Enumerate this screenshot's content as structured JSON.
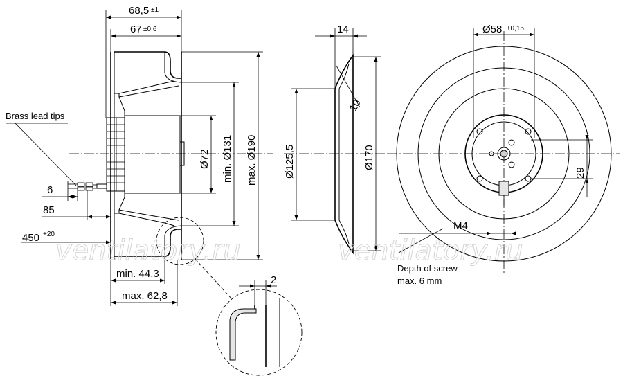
{
  "dimensions": {
    "width_total": "68,5",
    "width_total_tol": "±1",
    "width_rotor": "67",
    "width_rotor_tol": "±0,6",
    "depth": "14",
    "motor_diameter": "Ø72",
    "min_inner_diameter": "min. Ø131",
    "max_outer_diameter": "max. Ø190",
    "rim_inner_diameter": "Ø125,5",
    "rim_outer_diameter": "Ø170",
    "rim_angle": "10",
    "hub_diameter": "Ø58",
    "hub_diameter_tol": "±0,15",
    "screw_spacing": "29",
    "screw_thread": "M4",
    "lead_6": "6",
    "lead_85": "85",
    "lead_450": "450",
    "lead_450_tol": "+20",
    "min_443": "min. 44,3",
    "max_628": "max. 62,8",
    "gap": "2"
  },
  "notes": {
    "brass_lead_tips": "Brass lead tips",
    "depth_of_screw_line1": "Depth of screw",
    "depth_of_screw_line2": "max. 6 mm"
  },
  "watermark": {
    "left": "ventilatory.ru",
    "right": "ventilatory.ru"
  }
}
